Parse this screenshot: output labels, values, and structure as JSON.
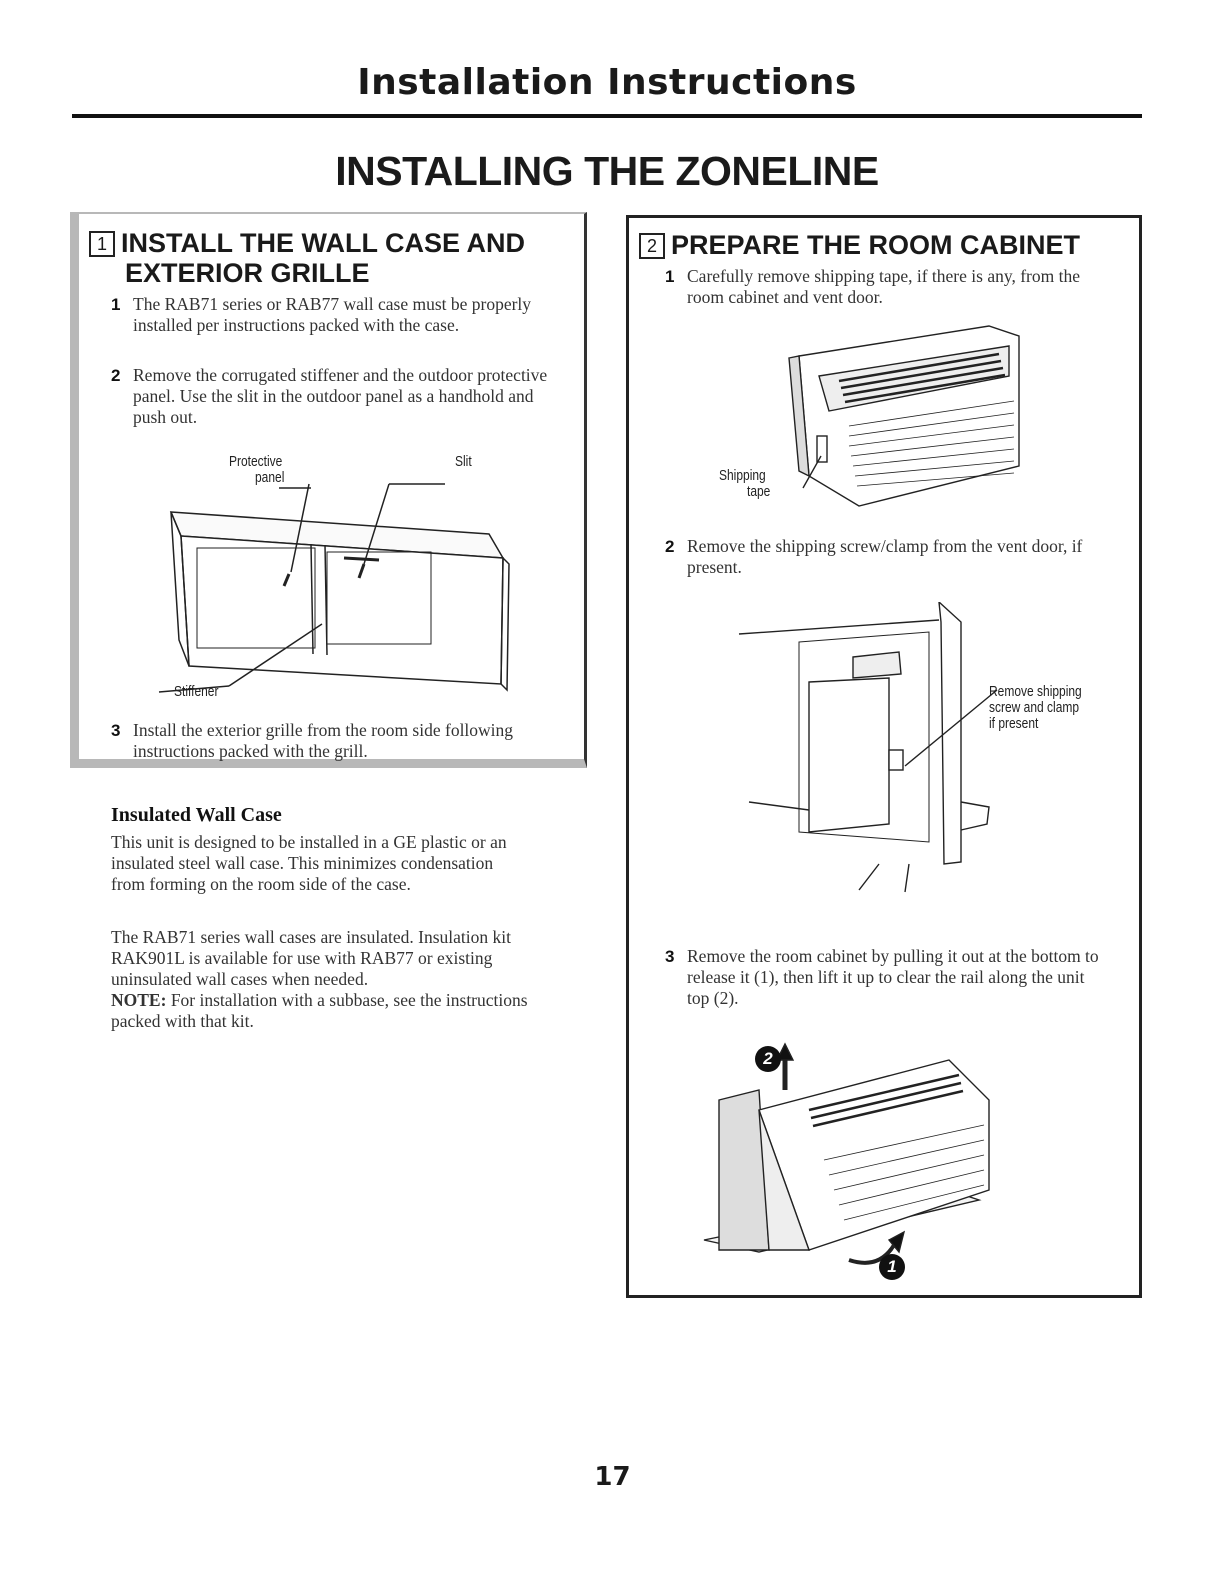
{
  "header": {
    "title": "Installation Instructions"
  },
  "main_title": "INSTALLING THE ZONELINE",
  "section1": {
    "number": "1",
    "title_line1": "INSTALL THE WALL CASE AND",
    "title_line2": "EXTERIOR GRILLE",
    "steps": [
      {
        "n": "1",
        "text": "The RAB71 series or RAB77 wall case must be properly installed per instructions packed with the case."
      },
      {
        "n": "2",
        "text": "Remove the corrugated stiffener and the outdoor protective panel. Use the slit in the outdoor panel as a handhold and push out."
      },
      {
        "n": "3",
        "text": "Install the exterior grille from the room side following instructions packed with the grill."
      }
    ],
    "labels": {
      "protective": "Protective",
      "panel": "panel",
      "slit": "Slit",
      "stiffener": "Stiffener"
    },
    "subhead": "Insulated Wall Case",
    "para1": "This unit is designed to be installed in a GE plastic or an insulated steel wall case. This minimizes condensation from forming on the room side of the case.",
    "para2": "The RAB71 series wall cases are insulated. Insulation kit RAK901L is available for use with RAB77 or existing uninsulated wall cases when needed.",
    "note_label": "NOTE:",
    "note_text": " For installation with a subbase, see the instructions packed with that kit."
  },
  "section2": {
    "number": "2",
    "title": "PREPARE THE ROOM CABINET",
    "steps": [
      {
        "n": "1",
        "text": "Carefully remove shipping tape, if there is any, from the room cabinet and vent door."
      },
      {
        "n": "2",
        "text": "Remove the shipping screw/clamp from the vent door, if present."
      },
      {
        "n": "3",
        "text": "Remove the room cabinet by pulling it out at the bottom to release it (1), then lift it up to clear the rail along the unit top (2)."
      }
    ],
    "labels": {
      "shipping": "Shipping",
      "tape": "tape",
      "remove1": "Remove shipping",
      "remove2": "screw and clamp",
      "remove3": "if present",
      "badge1": "1",
      "badge2": "2"
    }
  },
  "page_number": "17"
}
